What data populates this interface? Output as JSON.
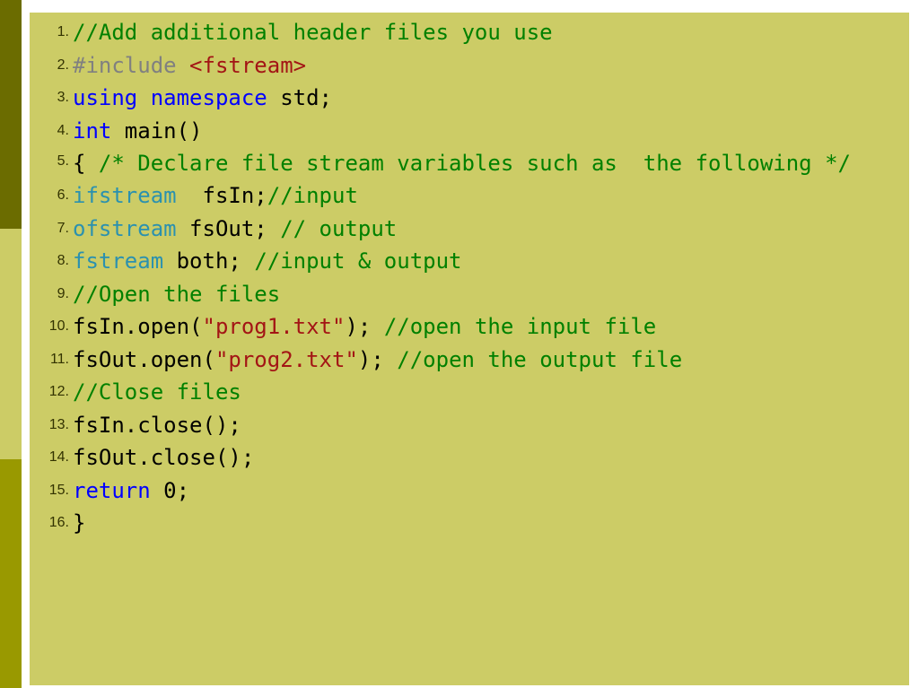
{
  "lines": [
    {
      "num": "1.",
      "parts": [
        {
          "t": "//Add additional header files you use",
          "c": "comment"
        }
      ]
    },
    {
      "num": "2.",
      "parts": [
        {
          "t": "#include ",
          "c": "pre"
        },
        {
          "t": "<fstream>",
          "c": "str"
        }
      ]
    },
    {
      "num": "3.",
      "parts": [
        {
          "t": "using",
          "c": "kw"
        },
        {
          "t": " ",
          "c": "plain"
        },
        {
          "t": "namespace",
          "c": "kw"
        },
        {
          "t": " std;",
          "c": "plain"
        }
      ]
    },
    {
      "num": "4.",
      "parts": [
        {
          "t": "int",
          "c": "kw"
        },
        {
          "t": " main()",
          "c": "plain"
        }
      ]
    },
    {
      "num": "5.",
      "wrap": true,
      "parts": [
        {
          "t": "{ ",
          "c": "plain"
        },
        {
          "t": "/* Declare file stream variables such as  the following */",
          "c": "comment"
        }
      ]
    },
    {
      "num": "6.",
      "parts": [
        {
          "t": "ifstream",
          "c": "type"
        },
        {
          "t": "  fsIn;",
          "c": "plain"
        },
        {
          "t": "//input",
          "c": "comment"
        }
      ]
    },
    {
      "num": "7.",
      "parts": [
        {
          "t": "ofstream",
          "c": "type"
        },
        {
          "t": " fsOut; ",
          "c": "plain"
        },
        {
          "t": "// output",
          "c": "comment"
        }
      ]
    },
    {
      "num": "8.",
      "parts": [
        {
          "t": "fstream",
          "c": "type"
        },
        {
          "t": " both; ",
          "c": "plain"
        },
        {
          "t": "//input & output",
          "c": "comment"
        }
      ]
    },
    {
      "num": "9.",
      "parts": [
        {
          "t": "//Open the files",
          "c": "comment"
        }
      ]
    },
    {
      "num": "10.",
      "parts": [
        {
          "t": "fsIn.open(",
          "c": "plain"
        },
        {
          "t": "\"prog1.txt\"",
          "c": "str"
        },
        {
          "t": "); ",
          "c": "plain"
        },
        {
          "t": "//open the input file",
          "c": "comment"
        }
      ]
    },
    {
      "num": "11.",
      "parts": [
        {
          "t": "fsOut.open(",
          "c": "plain"
        },
        {
          "t": "\"prog2.txt\"",
          "c": "str"
        },
        {
          "t": "); ",
          "c": "plain"
        },
        {
          "t": "//open the output file",
          "c": "comment"
        }
      ]
    },
    {
      "num": "12.",
      "parts": [
        {
          "t": "//Close files",
          "c": "comment"
        }
      ]
    },
    {
      "num": "13.",
      "parts": [
        {
          "t": "fsIn.close();",
          "c": "plain"
        }
      ]
    },
    {
      "num": "14.",
      "parts": [
        {
          "t": "fsOut.close();",
          "c": "plain"
        }
      ]
    },
    {
      "num": "15.",
      "parts": [
        {
          "t": "return",
          "c": "kw"
        },
        {
          "t": " 0;",
          "c": "plain"
        }
      ]
    },
    {
      "num": "16.",
      "parts": [
        {
          "t": "}",
          "c": "plain"
        }
      ]
    }
  ]
}
